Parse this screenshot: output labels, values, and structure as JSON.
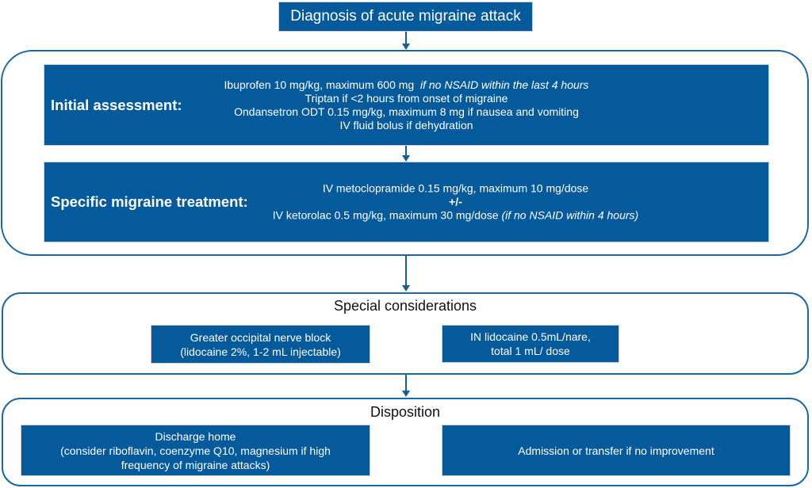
{
  "start": {
    "title": "Diagnosis of acute migraine attack"
  },
  "initial_assessment": {
    "label": "Initial assessment:",
    "lines": [
      {
        "text": "Ibuprofen 10 mg/kg, maximum 600 mg",
        "note": "if no NSAID within the last 4 hours"
      },
      {
        "text": "Triptan if <2 hours from onset of migraine"
      },
      {
        "text": "Ondansetron ODT 0.15 mg/kg, maximum 8 mg if nausea and vomiting"
      },
      {
        "text": "IV fluid bolus if dehydration"
      }
    ]
  },
  "specific_treatment": {
    "label": "Specific migraine treatment:",
    "line1": "IV metoclopramide 0.15 mg/kg, maximum 10 mg/dose",
    "connector": "+/-",
    "line2": "IV ketorolac 0.5 mg/kg, maximum 30 mg/dose",
    "line2_note": "(if no NSAID within 4 hours)"
  },
  "special_considerations": {
    "title": "Special considerations",
    "options": [
      {
        "line1": "Greater occipital nerve block",
        "line2": "(lidocaine 2%, 1-2 mL injectable)"
      },
      {
        "line1": "IN lidocaine 0.5mL/nare,",
        "line2": "total 1 mL/ dose"
      }
    ]
  },
  "disposition": {
    "title": "Disposition",
    "discharge": {
      "line1": "Discharge home",
      "line2": "(consider riboflavin, coenzyme Q10, magnesium if high",
      "line3": "frequency of migraine attacks)"
    },
    "admission": "Admission or transfer if no improvement"
  },
  "colors": {
    "box_fill": "#055a9c",
    "container_border": "#1a67a3",
    "arrow": "#1a5d8f",
    "box_text": "#ffffff"
  }
}
